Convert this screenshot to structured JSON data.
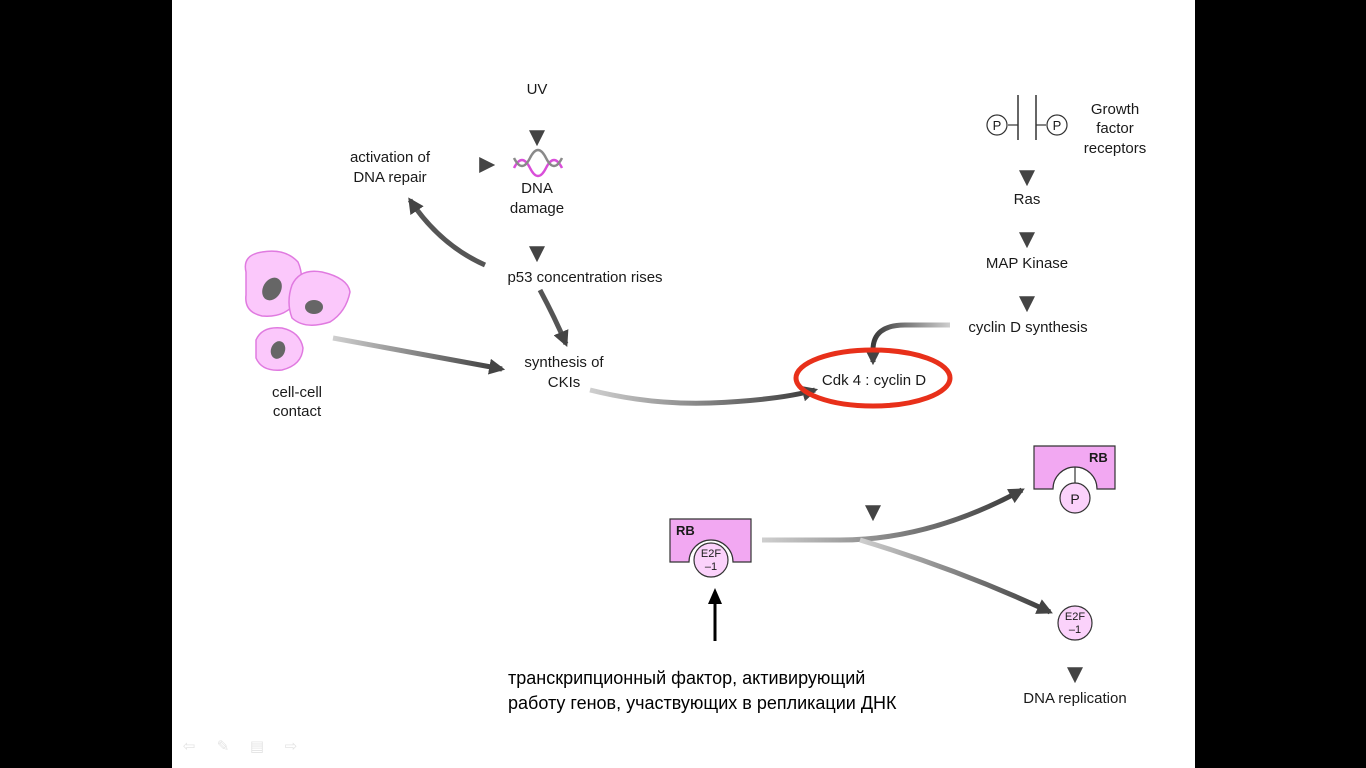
{
  "labels": {
    "uv": "UV",
    "dna_damage_1": "DNA",
    "dna_damage_2": "damage",
    "dna_repair_1": "activation of",
    "dna_repair_2": "DNA repair",
    "p53": "p53 concentration rises",
    "ckis_1": "synthesis of",
    "ckis_2": "CKIs",
    "cell_contact_1": "cell-cell",
    "cell_contact_2": "contact",
    "gf_1": "Growth",
    "gf_2": "factor",
    "gf_3": "receptors",
    "phospho": "P",
    "ras": "Ras",
    "mapk": "MAP Kinase",
    "cyclin_d_synth": "cyclin D synthesis",
    "cdk4": "Cdk 4 : cyclin D",
    "rb": "RB",
    "e2f_1": "E2F",
    "e2f_2": "–1",
    "dna_replication": "DNA replication"
  },
  "caption": {
    "line1": "транскрипционный фактор, активирующий",
    "line2": "работу генов, участвующих в репликации ДНК"
  },
  "colors": {
    "pink": "#f2a8f2",
    "pink_light": "#fbd2fb",
    "highlight": "#e8301a",
    "arrow": "#555555"
  },
  "nav_icons": [
    "arrow-left-icon",
    "pen-icon",
    "menu-icon",
    "arrow-right-icon"
  ]
}
